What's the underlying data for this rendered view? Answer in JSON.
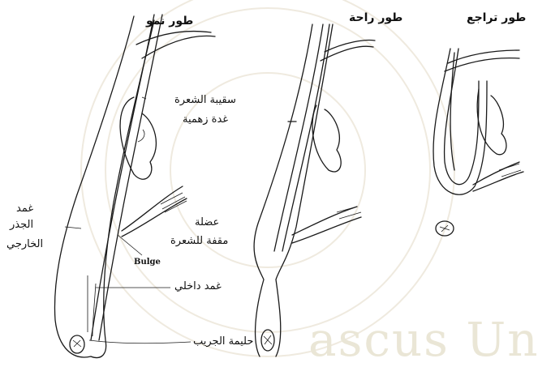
{
  "stages": {
    "growth_title": "طور نمو",
    "rest_title": "طور راحة",
    "regression_title": "طور تراجع"
  },
  "labels": {
    "hair_shaft": "سقيبة الشعرة",
    "sebaceous_gland": "غدة زهمية",
    "outer_root_sheath_1": "غمد",
    "outer_root_sheath_2": "الجذر",
    "outer_root_sheath_3": "الخارجي",
    "arrector_pili_1": "عضلة",
    "arrector_pili_2": "مقفة للشعرة",
    "bulge": "Bulge",
    "inner_sheath": "غمد داخلي",
    "dermal_papilla": "حليمة الجريب"
  },
  "watermark": "ascus Un",
  "colors": {
    "ink": "#1a1a1a",
    "watermark": "#efeadf"
  }
}
